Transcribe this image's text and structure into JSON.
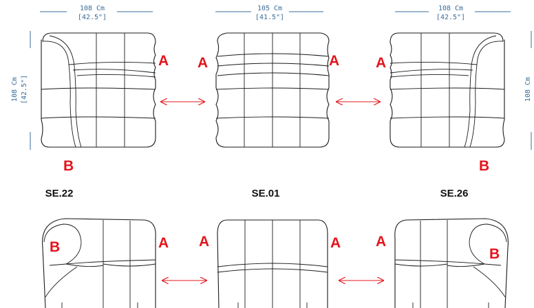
{
  "dimensions": {
    "left_width": "108 Cm",
    "left_width_in": "[42.5\"]",
    "center_width": "105 Cm",
    "center_width_in": "[41.5\"]",
    "right_width": "108 Cm",
    "right_width_in": "[42.5\"]",
    "left_depth": "108 Cm",
    "left_depth_in": "[42.5\"]",
    "right_depth": "108 Cm"
  },
  "markers": {
    "a": "A",
    "b": "B"
  },
  "models": {
    "left": "SE.22",
    "center": "SE.01",
    "right": "SE.26"
  },
  "colors": {
    "marker": "#e3141b",
    "dimension": "#3a6b98",
    "outline": "#1a1a1a"
  }
}
